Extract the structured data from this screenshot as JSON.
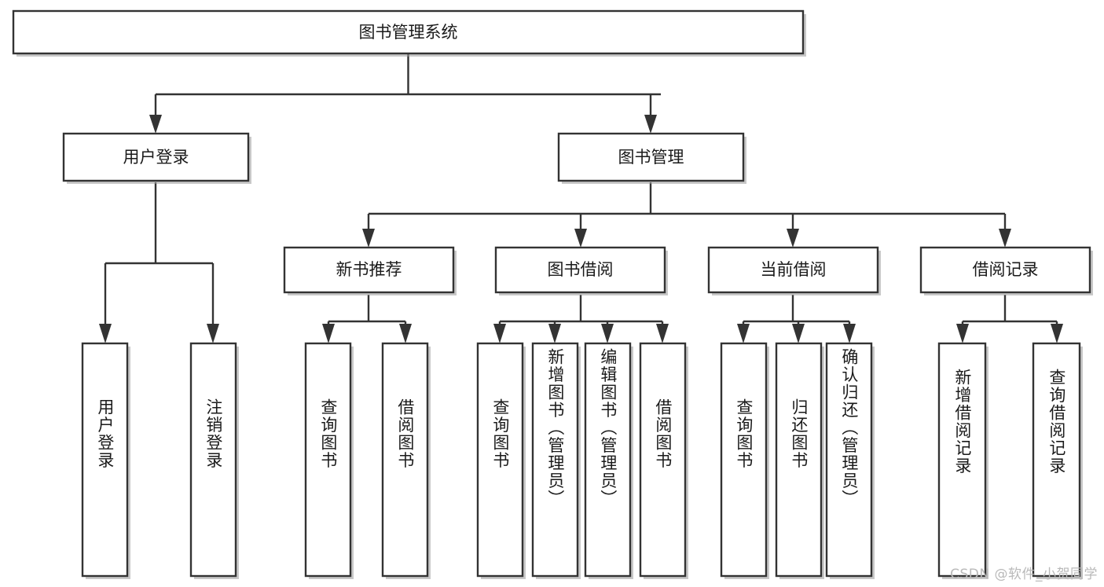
{
  "diagram": {
    "type": "tree-hierarchy",
    "title": "图书管理系统",
    "watermark": "CSDN @软件_小贺同学",
    "colors": {
      "stroke": "#333333",
      "fill": "#ffffff",
      "text": "#1a1a1a",
      "shadow": "#9a9a9a",
      "watermark": "#b9b9b9",
      "background": "#ffffff"
    },
    "levels": {
      "root": {
        "label": "图书管理系统"
      },
      "level2": [
        {
          "label": "用户登录"
        },
        {
          "label": "图书管理"
        }
      ],
      "level3": [
        {
          "label": "新书推荐"
        },
        {
          "label": "图书借阅"
        },
        {
          "label": "当前借阅"
        },
        {
          "label": "借阅记录"
        }
      ],
      "leaves": {
        "user_login": [
          {
            "label": "用户登录"
          },
          {
            "label": "注销登录"
          }
        ],
        "new_book_recommend": [
          {
            "label": "查询图书"
          },
          {
            "label": "借阅图书"
          }
        ],
        "book_borrow": [
          {
            "label": "查询图书"
          },
          {
            "label": "新增图书（管理员）"
          },
          {
            "label": "编辑图书（管理员）"
          },
          {
            "label": "借阅图书"
          }
        ],
        "current_borrow": [
          {
            "label": "查询图书"
          },
          {
            "label": "归还图书"
          },
          {
            "label": "确认归还（管理员）"
          }
        ],
        "borrow_record": [
          {
            "label": "新增借阅记录"
          },
          {
            "label": "查询借阅记录"
          }
        ]
      }
    }
  }
}
